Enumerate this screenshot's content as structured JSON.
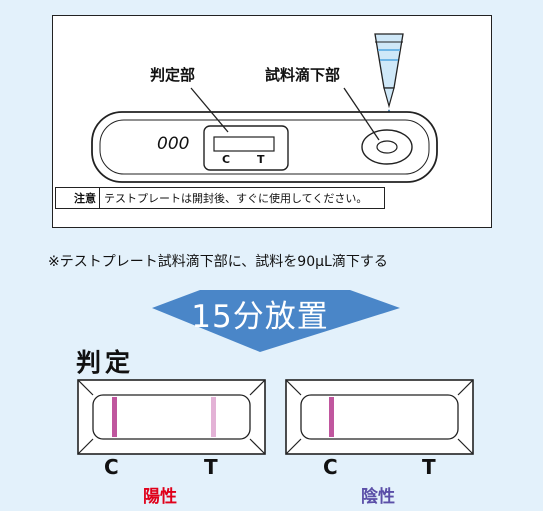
{
  "labels": {
    "judgement_area": "判定部",
    "sample_drop_area": "試料滴下部",
    "plate_code": "000",
    "c": "C",
    "t": "T"
  },
  "caution": {
    "tag": "注意",
    "message": "テストプレートは開封後、すぐに使用してください。"
  },
  "note": "※テストプレート試料滴下部に、試料を90μL滴下する",
  "arrow_text": "15分放置",
  "judgement": {
    "title": "判定",
    "results": [
      {
        "label": "陽性",
        "color": "#e0001a",
        "c_line": true,
        "t_line": true
      },
      {
        "label": "陰性",
        "color": "#5b4fa8",
        "c_line": true,
        "t_line": false
      }
    ]
  },
  "colors": {
    "background": "#e3f1fb",
    "arrow": "#4a86c8",
    "c_line": "#c0569e",
    "t_line_faint": "#e3b2d6",
    "caution_triangle": "#f2c200"
  }
}
